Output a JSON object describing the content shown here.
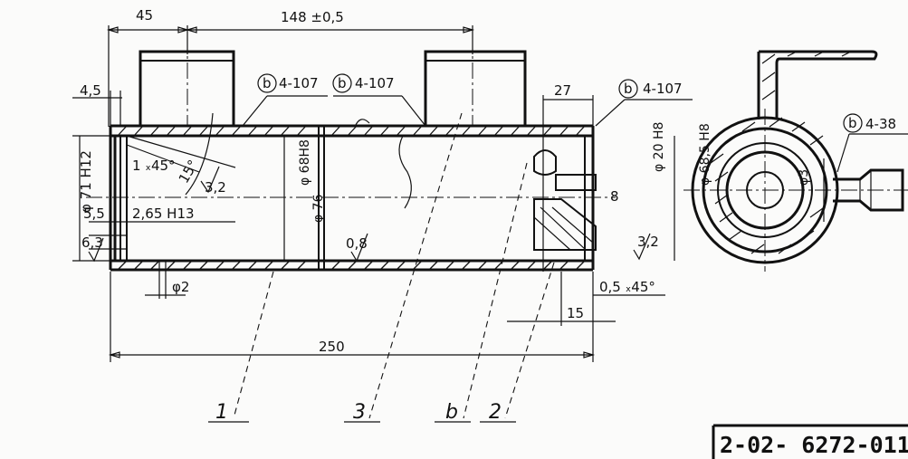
{
  "dims": {
    "d45": "45",
    "d148": "148 ±0,5",
    "d45_small": "4,5",
    "d27": "27",
    "w1": "4-107",
    "w2": "4-107",
    "w3": "4-107",
    "w4": "4-38",
    "chamfer1": "1 ₓ45°",
    "angle15": "15°",
    "rough32a": "3,2",
    "d68": "φ 68H8",
    "d76": "φ 76",
    "d71": "φ 71 H12",
    "d55": "5,5",
    "d265": "2,65 H13",
    "d63": "6,3",
    "rough08a": "0,8",
    "d2": "φ2",
    "d8": "8",
    "d20": "φ 20 H8",
    "d685": "φ 68,5 H8",
    "rough32b": "3,2",
    "chamfer2": "0,5 ₓ45°",
    "d15": "15",
    "d250": "250",
    "d3": "φ3"
  },
  "weld_symbol": "b",
  "part_labels": [
    "1",
    "3",
    "b",
    "2"
  ],
  "doc_number": "2-02- 6272-011"
}
